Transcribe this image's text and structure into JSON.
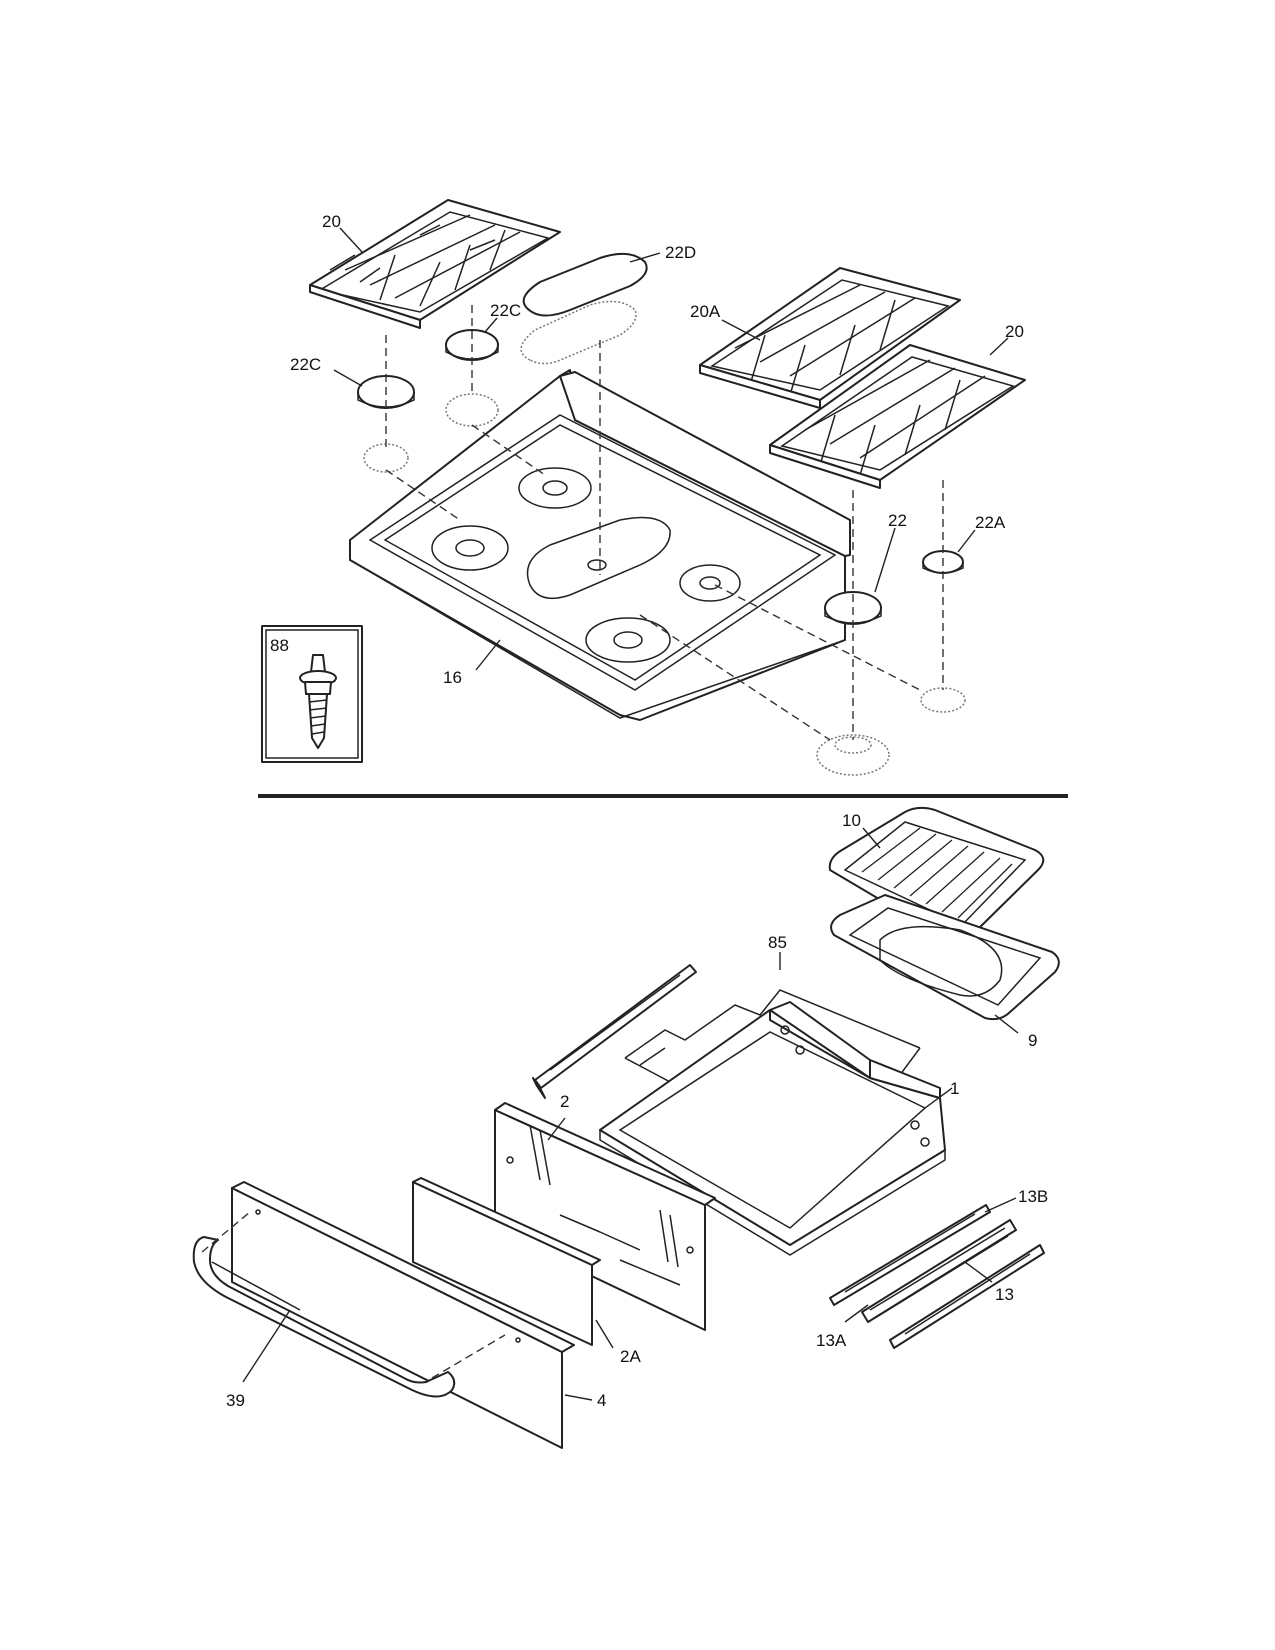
{
  "diagram": {
    "callouts": [
      {
        "id": "20-left",
        "text": "20"
      },
      {
        "id": "22D",
        "text": "22D"
      },
      {
        "id": "22C-upper",
        "text": "22C"
      },
      {
        "id": "22C-left",
        "text": "22C"
      },
      {
        "id": "20A",
        "text": "20A"
      },
      {
        "id": "20-right",
        "text": "20"
      },
      {
        "id": "22",
        "text": "22"
      },
      {
        "id": "22A",
        "text": "22A"
      },
      {
        "id": "88",
        "text": "88"
      },
      {
        "id": "16",
        "text": "16"
      },
      {
        "id": "10",
        "text": "10"
      },
      {
        "id": "85",
        "text": "85"
      },
      {
        "id": "9",
        "text": "9"
      },
      {
        "id": "1",
        "text": "1"
      },
      {
        "id": "2",
        "text": "2"
      },
      {
        "id": "13B",
        "text": "13B"
      },
      {
        "id": "13",
        "text": "13"
      },
      {
        "id": "13A",
        "text": "13A"
      },
      {
        "id": "2A",
        "text": "2A"
      },
      {
        "id": "39",
        "text": "39"
      },
      {
        "id": "4",
        "text": "4"
      }
    ]
  },
  "colors": {
    "line": "#222222",
    "background": "#ffffff"
  }
}
